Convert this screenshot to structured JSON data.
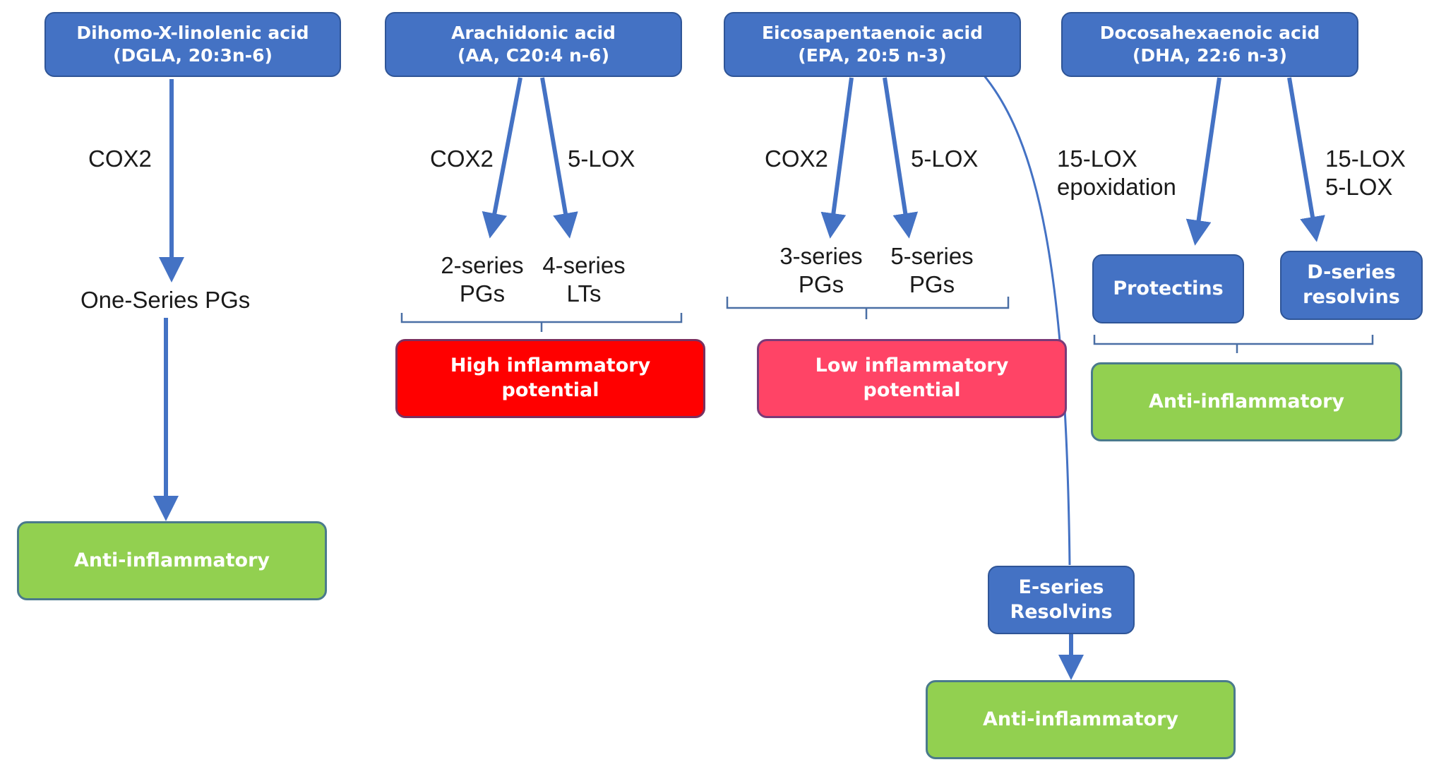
{
  "sources": {
    "dgla": {
      "line1": "Dihomo-X-linolenic acid",
      "line2": "(DGLA, 20:3n-6)"
    },
    "aa": {
      "line1": "Arachidonic acid",
      "line2": "(AA, C20:4 n-6)"
    },
    "epa": {
      "line1": "Eicosapentaenoic acid",
      "line2": "(EPA, 20:5 n-3)"
    },
    "dha": {
      "line1": "Docosahexaenoic acid",
      "line2": "(DHA, 22:6 n-3)"
    }
  },
  "enzymes": {
    "dgla_cox2": "COX2",
    "aa_cox2": "COX2",
    "aa_5lox": "5-LOX",
    "epa_cox2": "COX2",
    "epa_5lox": "5-LOX",
    "epa_15lox_line1": "15-LOX",
    "epa_15lox_line2": "epoxidation",
    "dha_lox_line1": "15-LOX",
    "dha_lox_line2": "5-LOX"
  },
  "products": {
    "one_series": "One-Series PGs",
    "aa_2series_line1": "2-series",
    "aa_2series_line2": "PGs",
    "aa_4series_line1": "4-series",
    "aa_4series_line2": "LTs",
    "epa_3series_line1": "3-series",
    "epa_3series_line2": "PGs",
    "epa_5series_line1": "5-series",
    "epa_5series_line2": "PGs",
    "protectins": "Protectins",
    "dseries_line1": "D-series",
    "dseries_line2": "resolvins",
    "eseries_line1": "E-series",
    "eseries_line2": "Resolvins"
  },
  "outcomes": {
    "dgla": "Anti-inflammatory",
    "aa_line1": "High inflammatory",
    "aa_line2": "potential",
    "epa_line1": "Low inflammatory",
    "epa_line2": "potential",
    "dha": "Anti-inflammatory",
    "eseries": "Anti-inflammatory"
  },
  "colors": {
    "source_blue": "#4472c4",
    "arrow_blue": "#4472c4",
    "anti_inflammatory_green": "#92d050",
    "high_inflammatory_red": "#ff0000",
    "low_inflammatory_pink": "#ff4466"
  }
}
